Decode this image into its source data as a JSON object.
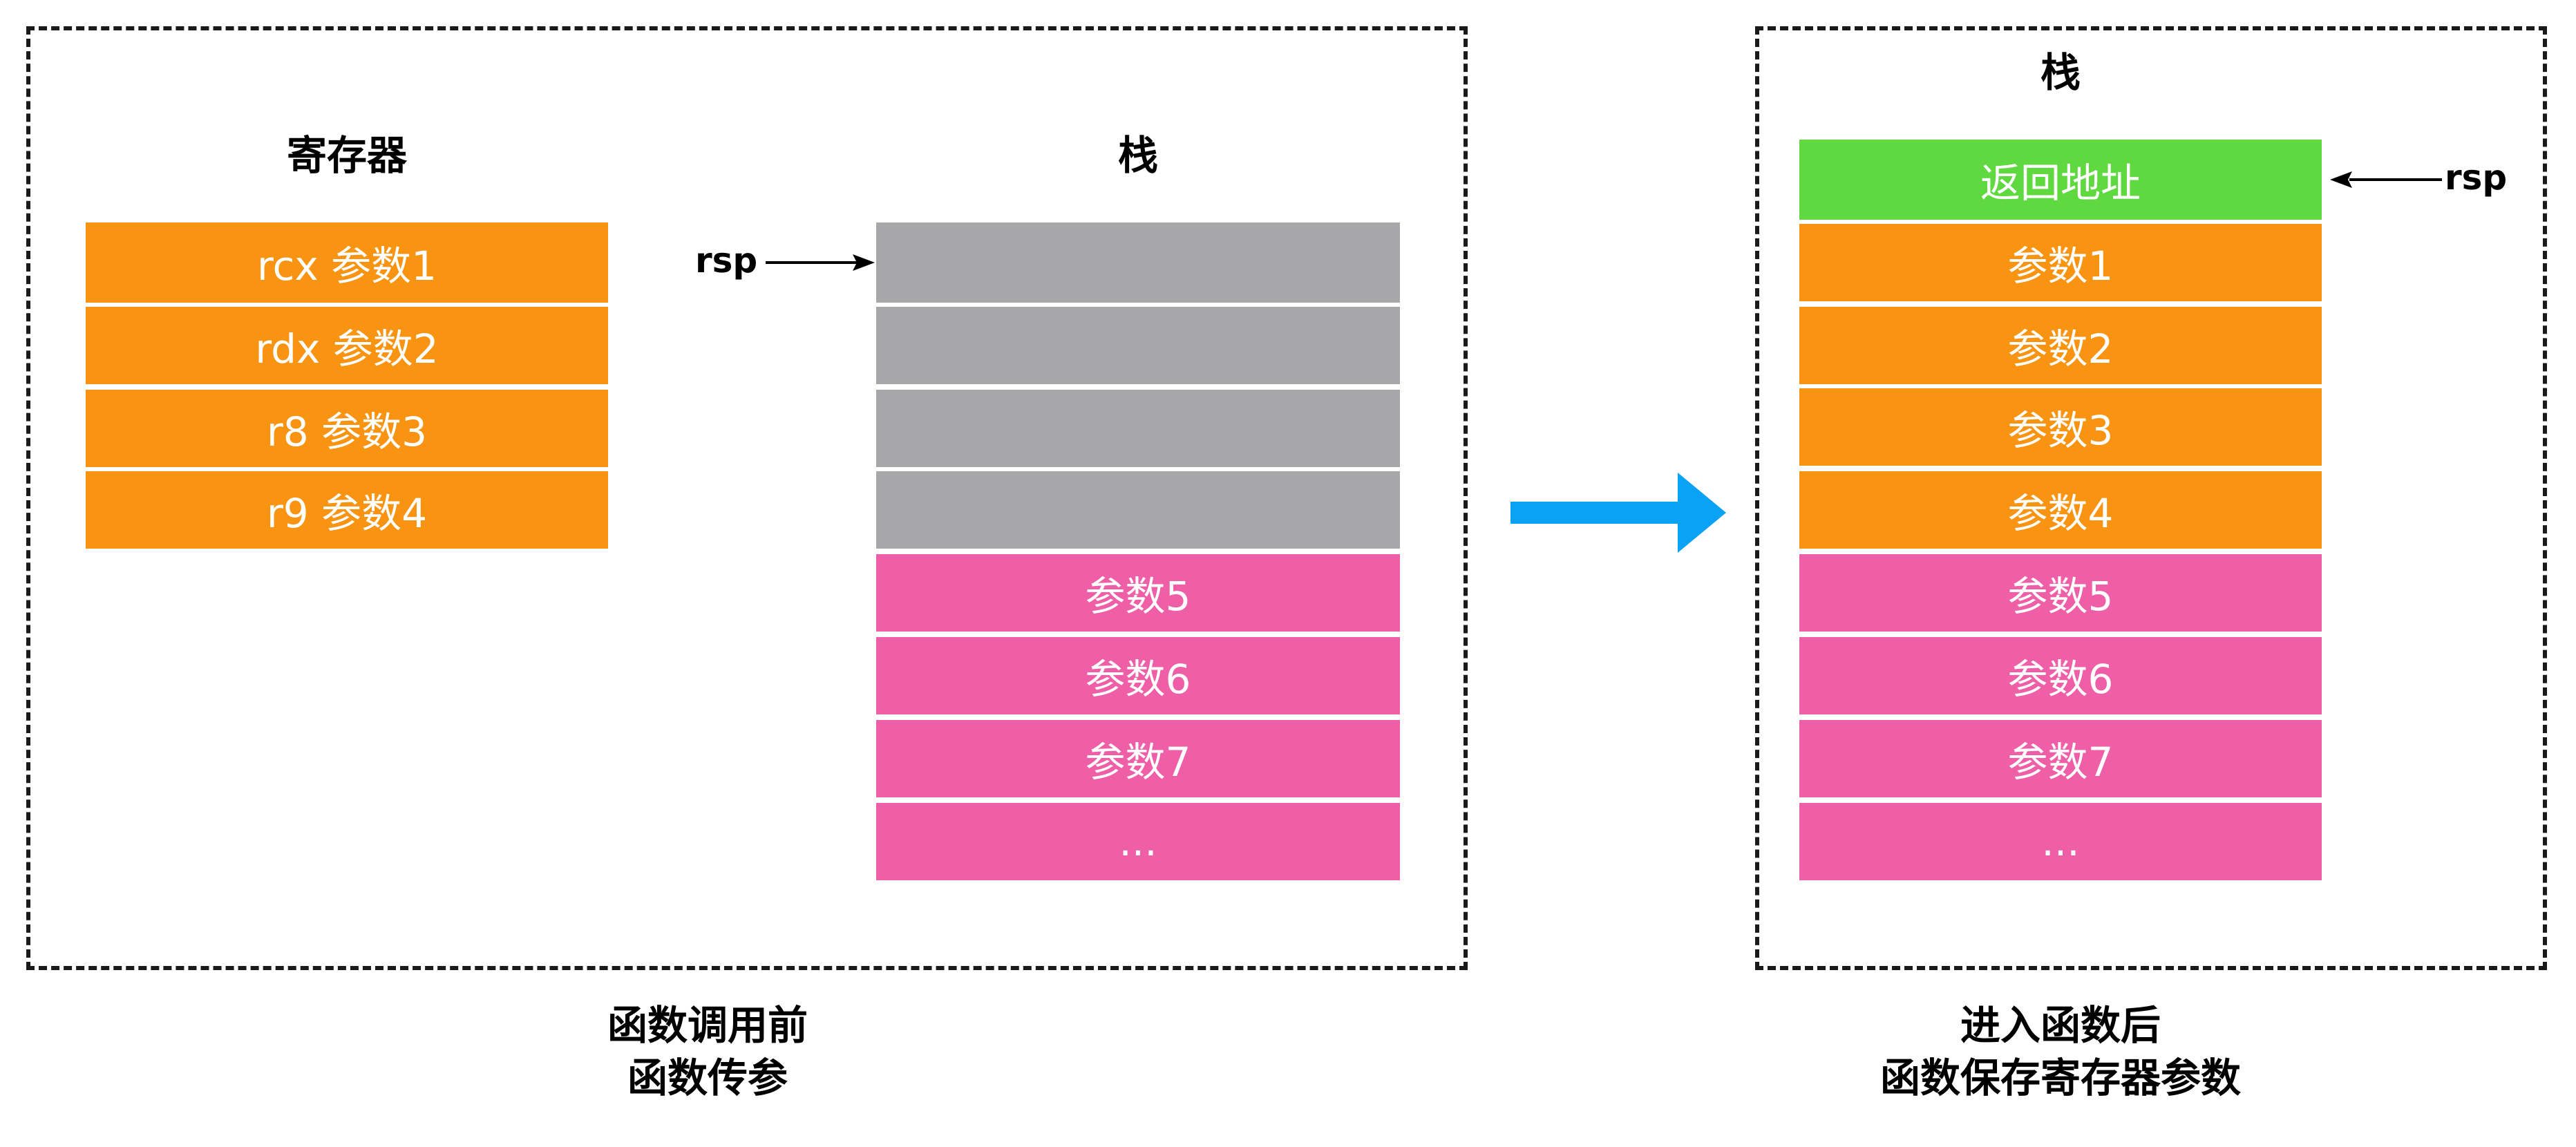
{
  "left_panel": {
    "registers_title": "寄存器",
    "stack_title": "栈",
    "registers": [
      "rcx 参数1",
      "rdx 参数2",
      "r8 参数3",
      "r9 参数4"
    ],
    "stack_cells": [
      "",
      "",
      "",
      "",
      "参数5",
      "参数6",
      "参数7",
      "..."
    ],
    "pointer_label": "rsp",
    "caption_line1": "函数调用前",
    "caption_line2": "函数传参"
  },
  "right_panel": {
    "stack_title": "栈",
    "stack_cells": [
      "返回地址",
      "参数1",
      "参数2",
      "参数3",
      "参数4",
      "参数5",
      "参数6",
      "参数7",
      "..."
    ],
    "pointer_label": "rsp",
    "caption_line1": "进入函数后",
    "caption_line2": "函数保存寄存器参数"
  },
  "colors": {
    "register": "#F89412",
    "stack_empty": "#A7A6A9",
    "stack_arg": "#EF5FA7",
    "return_address": "#5FD93F",
    "transition_arrow": "#0AA2F4"
  }
}
